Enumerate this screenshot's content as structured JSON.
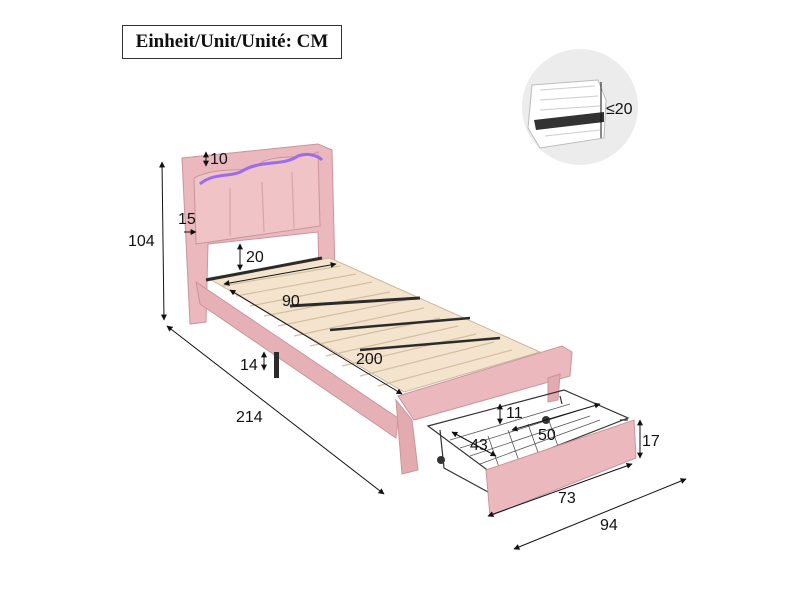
{
  "unit_label": "Einheit/Unit/Unité: CM",
  "colors": {
    "frame_pink": "#e9b9bd",
    "frame_shadow": "#d39aa0",
    "slat_wood": "#f3e3cc",
    "metal": "#2b2b2b",
    "led": "#9b6cf0"
  },
  "dimensions": {
    "headboard_top_thickness": "10",
    "headboard_side_thickness": "15",
    "total_height": "104",
    "headboard_panel_clearance": "20",
    "mattress_width": "90",
    "mattress_length": "200",
    "floor_clearance": "14",
    "total_length": "214",
    "drawer_inner_height": "11",
    "drawer_inner_depth": "43",
    "drawer_inner_width": "50",
    "drawer_height": "17",
    "drawer_width": "73",
    "total_width": "94",
    "mattress_height": "≤20"
  }
}
